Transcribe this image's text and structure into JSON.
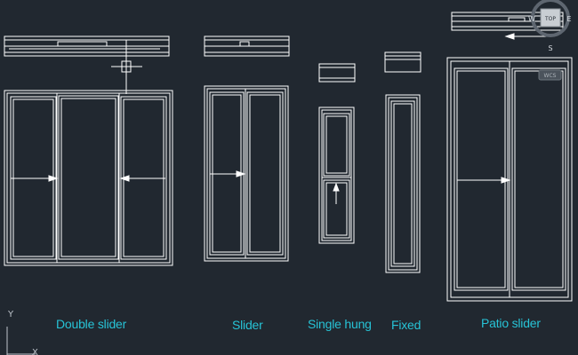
{
  "labels": {
    "double_slider": "Double slider",
    "slider": "Slider",
    "single_hung": "Single hung",
    "fixed": "Fixed",
    "patio_slider": "Patio slider"
  },
  "ucs": {
    "y_axis": "Y",
    "x_axis": "X"
  },
  "viewcube": {
    "west": "W",
    "top": "TOP",
    "east": "E",
    "south": "S",
    "wcs": "WCS"
  },
  "colors": {
    "background": "#212830",
    "linework": "#ffffff",
    "label_text": "#27c3d6"
  }
}
